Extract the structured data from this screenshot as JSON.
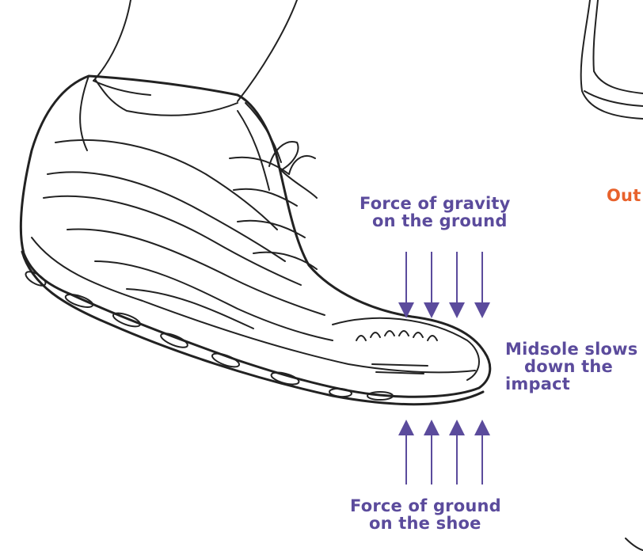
{
  "labels": {
    "gravity": [
      "Force of gravity",
      "on the ground"
    ],
    "midsole": [
      "Midsole slows",
      "down the",
      "impact"
    ],
    "ground": [
      "Force of ground",
      "on the shoe"
    ],
    "partial_right": "Out"
  },
  "colors": {
    "label": "#5b4b9c",
    "arrow": "#5b4b9c",
    "partial_label": "#e8622c",
    "ink": "#222222"
  },
  "icons": [
    "shoe-illustration",
    "leg-illustration",
    "shoe-partial-illustration"
  ]
}
